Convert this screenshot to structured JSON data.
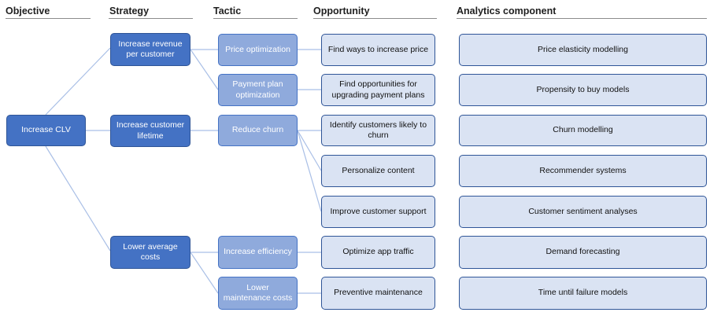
{
  "headers": {
    "objective": "Objective",
    "strategy": "Strategy",
    "tactic": "Tactic",
    "opportunity": "Opportunity",
    "analytics": "Analytics component"
  },
  "objective": {
    "label": "Increase CLV"
  },
  "strategies": [
    {
      "label": "Increase revenue per customer"
    },
    {
      "label": "Increase customer lifetime"
    },
    {
      "label": "Lower average costs"
    }
  ],
  "tactics": [
    {
      "label": "Price optimization"
    },
    {
      "label": "Payment plan optimization"
    },
    {
      "label": "Reduce churn"
    },
    {
      "label": "Increase efficiency"
    },
    {
      "label": "Lower maintenance costs"
    }
  ],
  "opportunities": [
    {
      "label": "Find ways to increase price"
    },
    {
      "label": "Find opportunities for upgrading payment plans"
    },
    {
      "label": "Identify customers likely to churn"
    },
    {
      "label": "Personalize content"
    },
    {
      "label": "Improve customer support"
    },
    {
      "label": "Optimize app traffic"
    },
    {
      "label": "Preventive maintenance"
    }
  ],
  "analytics": [
    {
      "label": "Price elasticity modelling"
    },
    {
      "label": "Propensity to buy models"
    },
    {
      "label": "Churn modelling"
    },
    {
      "label": "Recommender systems"
    },
    {
      "label": "Customer sentiment analyses"
    },
    {
      "label": "Demand forecasting"
    },
    {
      "label": "Time until failure models"
    }
  ],
  "colors": {
    "dark_box": "#4472c4",
    "mid_box": "#8faadc",
    "light_box": "#dae3f3",
    "connector": "#a9bfe6"
  }
}
